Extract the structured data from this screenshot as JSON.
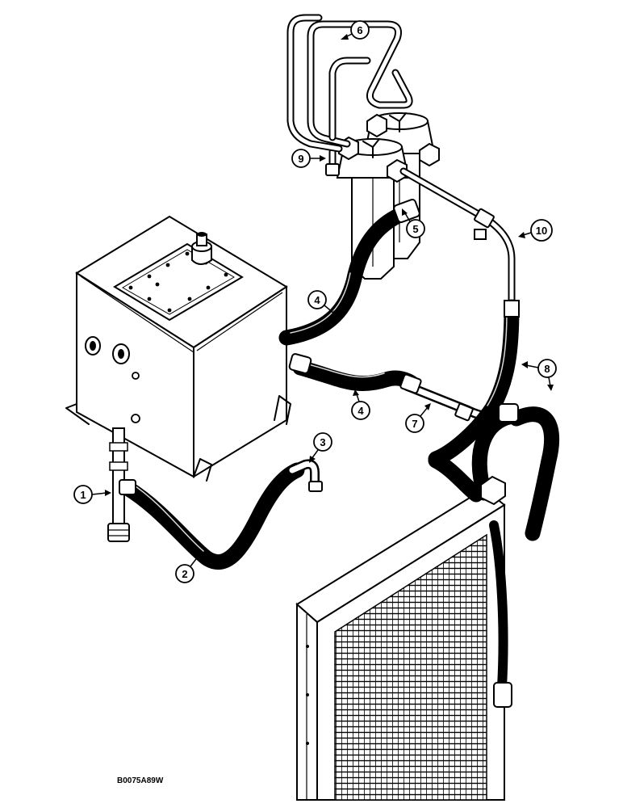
{
  "reference_code": "B0075A89W",
  "callouts": [
    {
      "id": "c1",
      "number": "1"
    },
    {
      "id": "c2",
      "number": "2"
    },
    {
      "id": "c3",
      "number": "3"
    },
    {
      "id": "c4a",
      "number": "4"
    },
    {
      "id": "c4b",
      "number": "4"
    },
    {
      "id": "c5",
      "number": "5"
    },
    {
      "id": "c6",
      "number": "6"
    },
    {
      "id": "c7",
      "number": "7"
    },
    {
      "id": "c8",
      "number": "8"
    },
    {
      "id": "c9",
      "number": "9"
    },
    {
      "id": "c10",
      "number": "10"
    }
  ],
  "colors": {
    "ink": "#000000",
    "paper": "#ffffff"
  }
}
